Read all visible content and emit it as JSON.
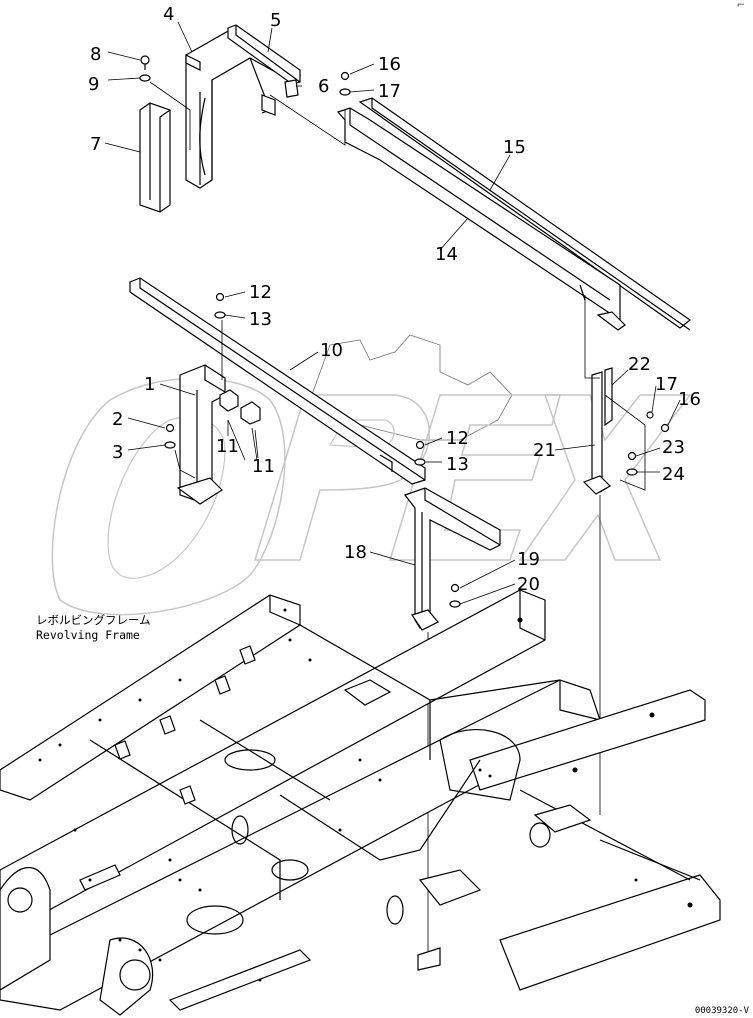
{
  "callouts": [
    {
      "id": "c4",
      "text": "4"
    },
    {
      "id": "c5",
      "text": "5"
    },
    {
      "id": "c8",
      "text": "8"
    },
    {
      "id": "c9",
      "text": "9"
    },
    {
      "id": "c7",
      "text": "7"
    },
    {
      "id": "c6",
      "text": "6"
    },
    {
      "id": "c16a",
      "text": "16"
    },
    {
      "id": "c17a",
      "text": "17"
    },
    {
      "id": "c15",
      "text": "15"
    },
    {
      "id": "c14",
      "text": "14"
    },
    {
      "id": "c12a",
      "text": "12"
    },
    {
      "id": "c13a",
      "text": "13"
    },
    {
      "id": "c10",
      "text": "10"
    },
    {
      "id": "c1",
      "text": "1"
    },
    {
      "id": "c2",
      "text": "2"
    },
    {
      "id": "c3",
      "text": "3"
    },
    {
      "id": "c11a",
      "text": "11"
    },
    {
      "id": "c11b",
      "text": "11"
    },
    {
      "id": "c22",
      "text": "22"
    },
    {
      "id": "c17b",
      "text": "17"
    },
    {
      "id": "c16b",
      "text": "16"
    },
    {
      "id": "c12b",
      "text": "12"
    },
    {
      "id": "c13b",
      "text": "13"
    },
    {
      "id": "c21",
      "text": "21"
    },
    {
      "id": "c23",
      "text": "23"
    },
    {
      "id": "c24",
      "text": "24"
    },
    {
      "id": "c18",
      "text": "18"
    },
    {
      "id": "c19",
      "text": "19"
    },
    {
      "id": "c20",
      "text": "20"
    }
  ],
  "frame_label": {
    "japanese": "レボルビングフレーム",
    "english": "Revolving Frame"
  },
  "drawing_number": "00039320-V",
  "watermark": "OPEX",
  "corner_mark": "⌐"
}
